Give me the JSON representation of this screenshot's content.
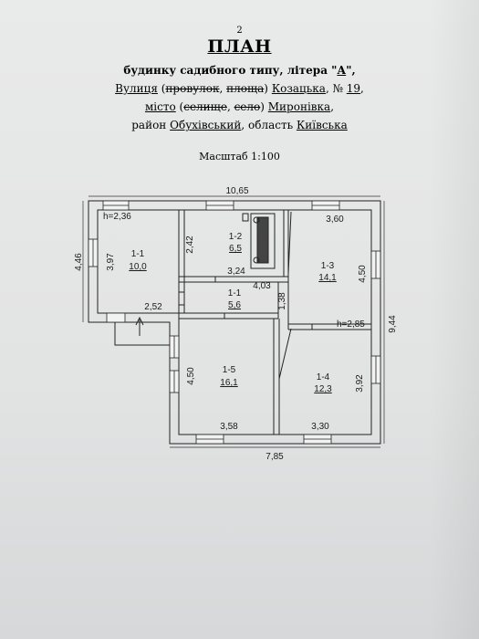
{
  "page_number": "2",
  "title": "ПЛАН",
  "subtitle": {
    "prefix": "будинку садибного типу, літера \"",
    "letter": "А",
    "suffix": "\","
  },
  "street_line": {
    "type_current": "Вулиця",
    "open": " (",
    "type_struck_1": "провулок",
    "sep": ", ",
    "type_struck_2": "площа",
    "close": ")",
    "street_name": "Козацька",
    "number_label": ", №",
    "number": "19",
    "end": ","
  },
  "city_line": {
    "type_current": "місто",
    "open": " (",
    "type_struck_1": "селище",
    "sep": ", ",
    "type_struck_2": "село",
    "close": ")",
    "city_name": "Миронівка",
    "end": ","
  },
  "region_line": {
    "district_label": "район",
    "district": "Обухівський",
    "oblast_sep": ", область",
    "oblast": "Київська"
  },
  "scale": "Масштаб 1:100",
  "rooms": [
    {
      "id": "1-1",
      "area": "10,0"
    },
    {
      "id": "1-2",
      "area": "6,5"
    },
    {
      "id": "1-1",
      "area": "5,6"
    },
    {
      "id": "1-3",
      "area": "14,1"
    },
    {
      "id": "1-5",
      "area": "16,1"
    },
    {
      "id": "1-4",
      "area": "12,3"
    }
  ],
  "dimensions": {
    "top_width": "10,65",
    "bottom_width": "7,85",
    "right_height": "9,44",
    "left_outer_height": "4,46",
    "room_1_1_height": "3,97",
    "room_1_1_width": "2,52",
    "room_1_2_height": "2,42",
    "room_1_2_width": "3,24",
    "corridor_width": "4,03",
    "corridor_height": "1,38",
    "room_1_3_width": "3,60",
    "room_1_3_height": "4,50",
    "room_1_5_height": "4,50",
    "room_1_5_width": "3,58",
    "room_1_4_width": "3,30",
    "room_1_4_height": "3,92"
  },
  "ceiling_heights": {
    "left": "h=2,36",
    "right": "h=2,85"
  }
}
